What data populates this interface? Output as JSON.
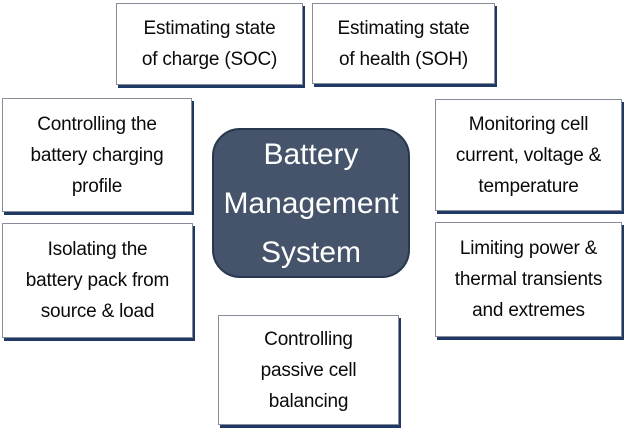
{
  "colors": {
    "center_fill": "#45546B",
    "center_border": "#263850",
    "center_text": "#FFFFFF",
    "box_fill": "#FFFFFF",
    "box_border": "#878E99",
    "box_shadow": "#1F3864",
    "box_text": "#0A0A0A"
  },
  "center": {
    "label": "Battery Management System",
    "lines": [
      "Battery",
      "Management",
      "System"
    ]
  },
  "nodes": {
    "soc": {
      "label": "Estimating state of charge (SOC)",
      "lines": [
        "Estimating state",
        "of charge (SOC)"
      ]
    },
    "soh": {
      "label": "Estimating state of health (SOH)",
      "lines": [
        "Estimating state",
        "of health (SOH)"
      ]
    },
    "charging": {
      "label": "Controlling the battery charging profile",
      "lines": [
        "Controlling the",
        "battery charging",
        "profile"
      ]
    },
    "isolating": {
      "label": "Isolating the battery pack from source & load",
      "lines": [
        "Isolating the",
        "battery pack from",
        "source & load"
      ]
    },
    "monitoring": {
      "label": "Monitoring cell current, voltage & temperature",
      "lines": [
        "Monitoring cell",
        "current, voltage &",
        "temperature"
      ]
    },
    "limiting": {
      "label": "Limiting power & thermal transients and extremes",
      "lines": [
        "Limiting power &",
        "thermal transients",
        "and extremes"
      ]
    },
    "balancing": {
      "label": "Controlling passive cell balancing",
      "lines": [
        "Controlling",
        "passive cell",
        "balancing"
      ]
    }
  }
}
